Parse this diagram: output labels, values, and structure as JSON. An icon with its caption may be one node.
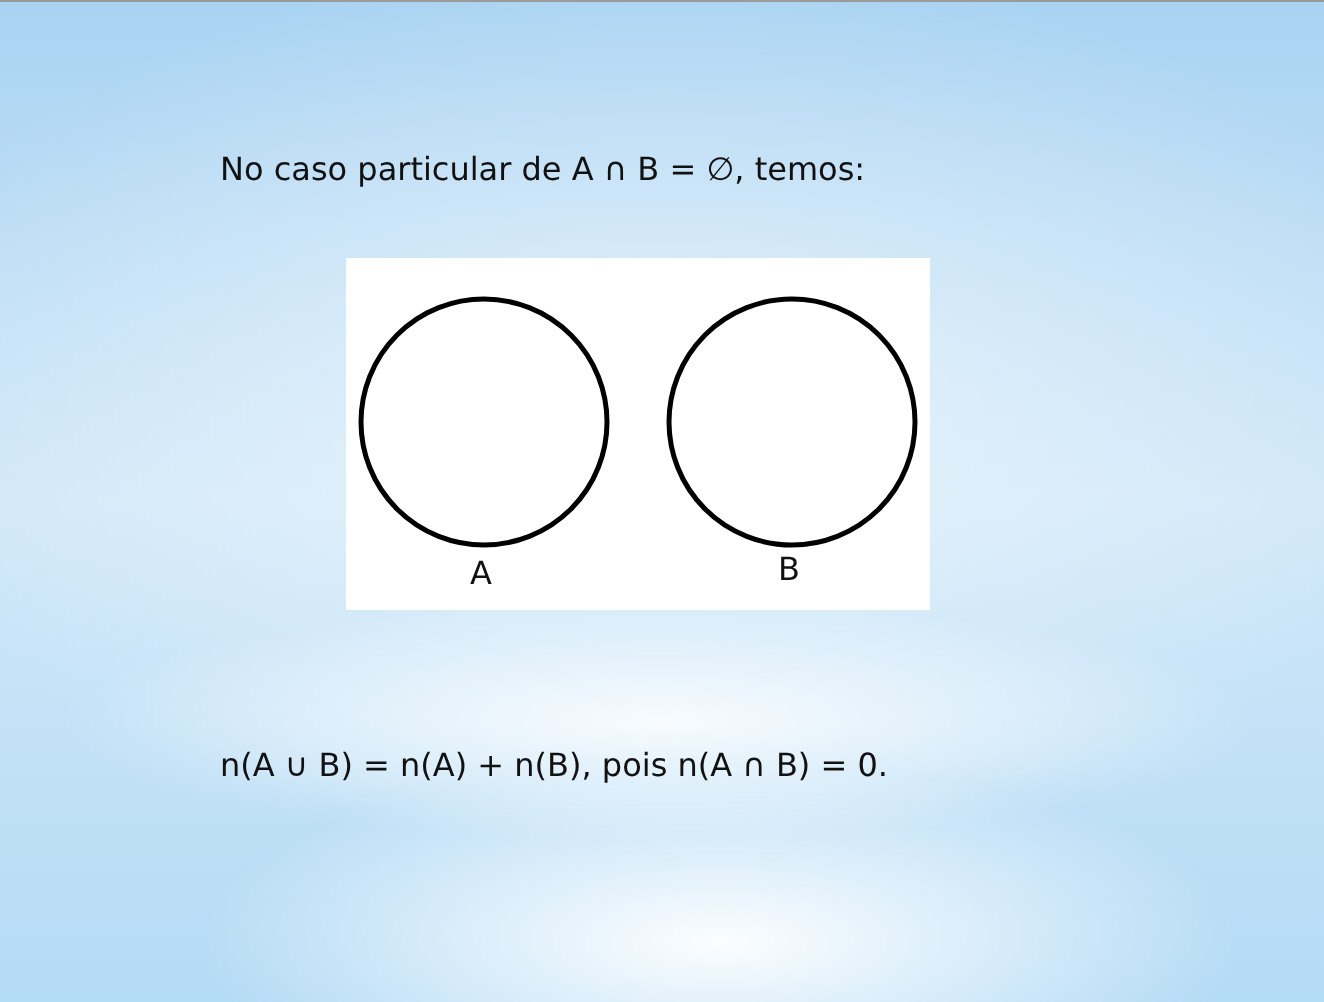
{
  "diagram": {
    "title": "No caso particular de A ∩ B = ∅, temos:",
    "nodes": [
      {
        "text": [],
        "shape": "circle",
        "beside": [
          "A"
        ]
      },
      {
        "text": [],
        "shape": "circle",
        "beside": [
          "B"
        ]
      }
    ],
    "labels": [
      "n(A ∪ B) = n(A) + n(B), pois n(A ∩ B) = 0."
    ]
  }
}
